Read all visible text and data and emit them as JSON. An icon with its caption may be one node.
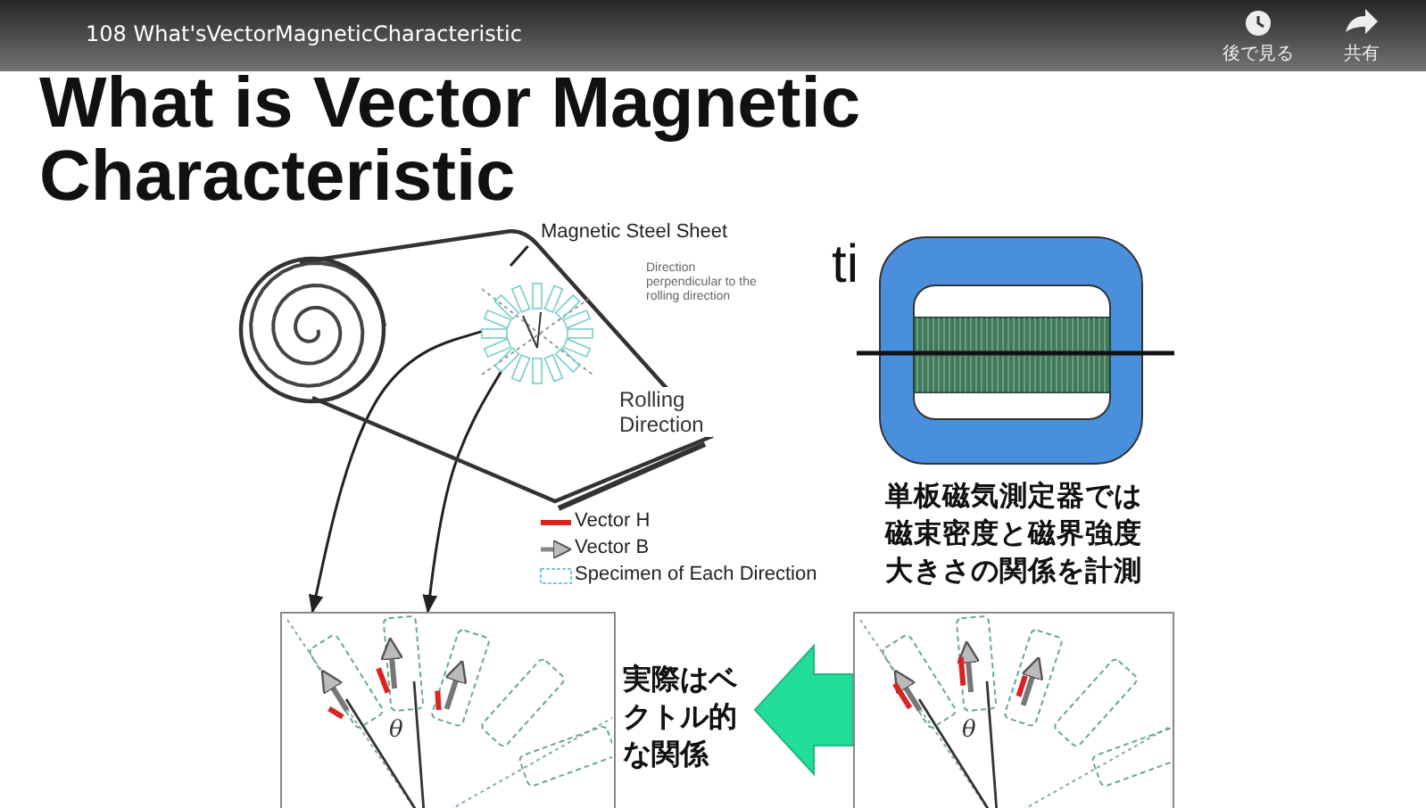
{
  "diagram": {
    "title": "What is Vector Magnetic Characteristic",
    "nodes": [
      {
        "text": [
          "Magnetic Steel Sheet"
        ]
      },
      {
        "text": [],
        "shape": "picture"
      },
      {
        "text": [],
        "shape": "picture",
        "in": 1
      },
      {
        "text": [
          "θ"
        ]
      },
      {
        "text": [
          "θ"
        ]
      },
      {
        "text": [],
        "shape": "picture"
      }
    ],
    "edges": [
      {
        "from": 0,
        "to": 1,
        "arrow": "none"
      },
      {
        "from": 2,
        "to": 3,
        "arrow": "to"
      },
      {
        "from": 2,
        "to": 3,
        "arrow": "to"
      },
      {
        "from": 4,
        "to": null,
        "arrow": "to",
        "label": "実際はベクトル的な関係",
        "style": "thick",
        "color": "#22dd99"
      }
    ],
    "labels": [
      "108 What'sVectorMagneticCharacteristic",
      "後で見る",
      "共有",
      "ti",
      "Direction perpendicular to the rolling direction",
      "Rolling Direction",
      "単板磁気測定器では磁束密度と磁界強度大きさの関係を計測"
    ],
    "legend": [
      {
        "text": "Vector H"
      },
      {
        "text": "Vector B"
      },
      {
        "text": "Specimen of Each Direction"
      }
    ]
  }
}
